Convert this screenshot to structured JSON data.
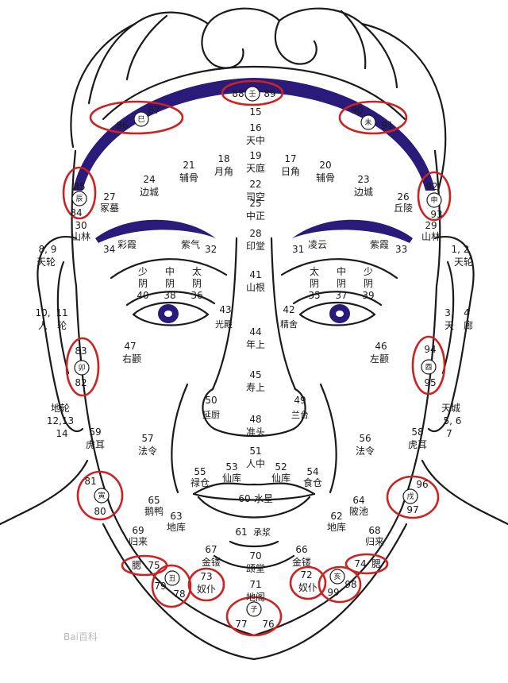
{
  "colors": {
    "line": "#1a1a1a",
    "accent": "#2a1a7a",
    "circle": "#cc2222",
    "background": "#ffffff"
  },
  "labels": {
    "l15": "15",
    "l16": "16",
    "l16n": "天中",
    "l19": "19",
    "l19n": "天庭",
    "l22": "22",
    "l22n": "司空",
    "l25": "25",
    "l25n": "中正",
    "l28": "28",
    "l28n": "印堂",
    "l41": "41",
    "l41n": "山根",
    "l44": "44",
    "l44n": "年上",
    "l45": "45",
    "l45n": "寿上",
    "l48": "48",
    "l48n": "准头",
    "l51": "51",
    "l51n": "人中",
    "l60": "60",
    "l60n": "水星",
    "l61": "61",
    "l61n": "承浆",
    "l70": "70",
    "l70n": "颂堂",
    "l71": "71",
    "l71n": "地阁",
    "l18": "18",
    "l18n": "月角",
    "l17": "17",
    "l17n": "日角",
    "l21": "21",
    "l21n": "辅骨",
    "l20": "20",
    "l20n": "辅骨",
    "l24": "24",
    "l24n": "边城",
    "l23": "23",
    "l23n": "边城",
    "l27": "27",
    "l27n": "冢墓",
    "l26": "26",
    "l26n": "丘陵",
    "l30": "30",
    "l30n": "山林",
    "l29": "29",
    "l29n": "山林",
    "l34": "34",
    "l34n": "彩霞",
    "l32": "32",
    "l32n": "紫气",
    "l31": "31",
    "l31n": "凌云",
    "l33": "33",
    "l33n": "紫霞",
    "l40a": "少",
    "l40b": "阴",
    "l40": "40",
    "l38a": "中",
    "l38b": "阴",
    "l38": "38",
    "l36a": "太",
    "l36b": "阴",
    "l36": "36",
    "l35a": "太",
    "l35b": "阴",
    "l35": "35",
    "l37a": "中",
    "l37b": "阴",
    "l37": "37",
    "l39a": "少",
    "l39b": "阴",
    "l39": "39",
    "l43": "43",
    "l43n": "光殿",
    "l42": "42",
    "l42n": "精舍",
    "l47": "47",
    "l47n": "右颧",
    "l46": "46",
    "l46n": "左颧",
    "l50": "50",
    "l50n": "延厨",
    "l49": "49",
    "l49n": "兰台",
    "l89": "8, 9",
    "l89n": "天轮",
    "l12": "1, 2",
    "l12n": "天轮",
    "l1011": "10,",
    "l1011b": "11",
    "l1011n": "人",
    "l1011m": "轮",
    "l34r": "3,",
    "l34rb": "4",
    "l34rn": "天",
    "l34rm": "廊",
    "ldl": "地轮",
    "ldl2": "12,13",
    "ldl3": "14",
    "ltc": "天城",
    "ltc2": "5, 6",
    "ltc3": "7",
    "l59": "59",
    "l59n": "虎耳",
    "l58": "58",
    "l58n": "虎耳",
    "l57": "57",
    "l57n": "法令",
    "l56": "56",
    "l56n": "法令",
    "l55": "55",
    "l55n": "禄仓",
    "l53": "53",
    "l53n": "仙库",
    "l52": "52",
    "l52n": "仙库",
    "l54": "54",
    "l54n": "食仓",
    "l65": "65",
    "l65n": "鹅鸭",
    "l64": "64",
    "l64n": "陂池",
    "l63": "63",
    "l63n": "地库",
    "l62": "62",
    "l62n": "地库",
    "l69": "69",
    "l69n": "归来",
    "l68": "68",
    "l68n": "归来",
    "l67": "67",
    "l67n": "金镂",
    "l66": "66",
    "l66n": "金镂"
  },
  "circled": {
    "c8889a": "88",
    "c8889g": "壬",
    "c8889b": "89",
    "c8687a": "87",
    "c8687g": "巳",
    "c8687b": "86",
    "c9091a": "90",
    "c9091g": "未",
    "c9091b": "91",
    "c8584a": "85",
    "c8584g": "辰",
    "c8584b": "84",
    "c9293a": "92",
    "c9293g": "申",
    "c9293b": "93",
    "c8382a": "83",
    "c8382g": "卯",
    "c8382b": "82",
    "c9495a": "94",
    "c9495g": "酉",
    "c9495b": "95",
    "c8180a": "81",
    "c8180g": "寅",
    "c8180b": "80",
    "c9697a": "96",
    "c9697g": "戌",
    "c9697b": "97",
    "c75n": "腮",
    "c75": "75",
    "c74": "74",
    "c74n": "腮",
    "c7978a": "79",
    "c7978g": "丑",
    "c7978b": "78",
    "c73": "73",
    "c73n": "奴仆",
    "c72": "72",
    "c72n": "奴仆",
    "c9998g": "亥",
    "c9998a": "99",
    "c9998b": "98",
    "c7776a": "77",
    "c7776g": "子",
    "c7776b": "76"
  },
  "watermark": "Bai百科"
}
